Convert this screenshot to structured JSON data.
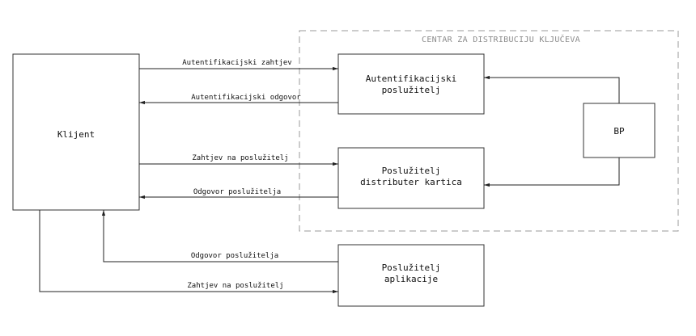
{
  "group": {
    "title": "CENTAR ZA DISTRIBUCIJU KLJUČEVA"
  },
  "nodes": {
    "client": {
      "lines": [
        "Klijent"
      ]
    },
    "auth_server": {
      "lines": [
        "Autentifikacijski",
        "poslužitelj"
      ]
    },
    "card_server": {
      "lines": [
        "Poslužitelj",
        "distributer kartica"
      ]
    },
    "db": {
      "lines": [
        "BP"
      ]
    },
    "app_server": {
      "lines": [
        "Poslužitelj",
        "aplikacije"
      ]
    }
  },
  "edges": {
    "auth_request": {
      "label": "Autentifikacijski zahtjev"
    },
    "auth_response": {
      "label": "Autentifikacijski odgovor"
    },
    "server_request": {
      "label": "Zahtjev na poslužitelj"
    },
    "server_response": {
      "label": "Odgovor poslužitelja"
    },
    "app_response": {
      "label": "Odgovor poslužitelja"
    },
    "app_request": {
      "label": "Zahtjev na poslužitelj"
    }
  },
  "colors": {
    "line": "#222222",
    "group_border": "#9a9a9a",
    "group_text": "#8c8c8c"
  }
}
